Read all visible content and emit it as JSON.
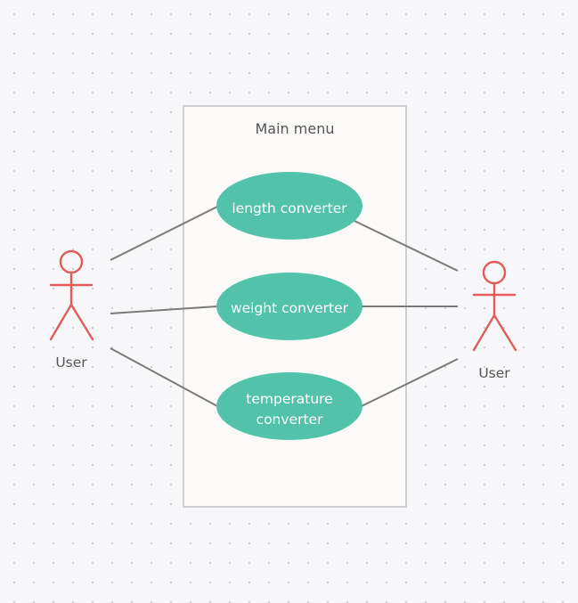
{
  "system_boundary": {
    "title": "Main menu"
  },
  "use_cases": [
    {
      "id": "length",
      "lines": [
        "length converter"
      ]
    },
    {
      "id": "weight",
      "lines": [
        "weight converter"
      ]
    },
    {
      "id": "temperature",
      "lines": [
        "temperature",
        "converter"
      ]
    }
  ],
  "actors": [
    {
      "id": "left-user",
      "label": "User"
    },
    {
      "id": "right-user",
      "label": "User"
    }
  ],
  "associations": [
    {
      "from": "left-user",
      "to": "length"
    },
    {
      "from": "left-user",
      "to": "weight"
    },
    {
      "from": "left-user",
      "to": "temperature"
    },
    {
      "from": "right-user",
      "to": "length"
    },
    {
      "from": "right-user",
      "to": "weight"
    },
    {
      "from": "right-user",
      "to": "temperature"
    }
  ],
  "colors": {
    "use_case_fill": "#52c2aa",
    "actor": "#e35b5b",
    "line": "#7a7a78",
    "boundary_stroke": "#cfcfcf"
  }
}
